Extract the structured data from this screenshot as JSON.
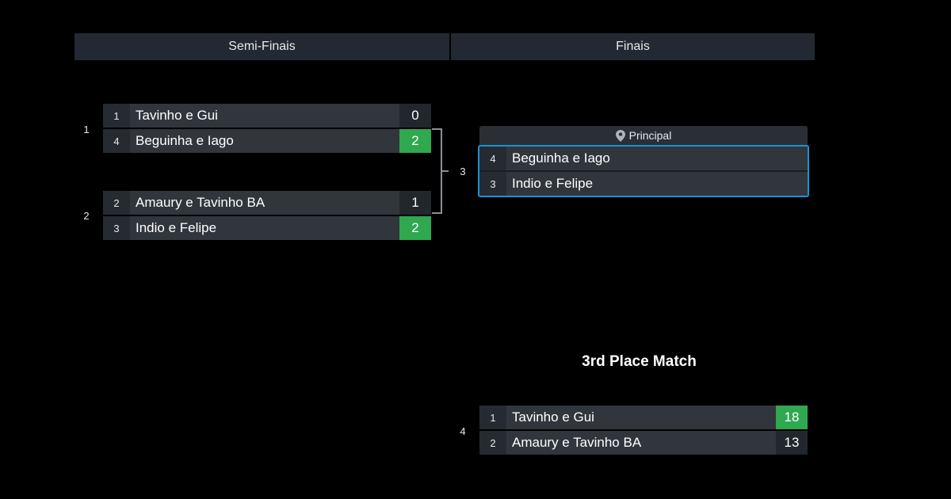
{
  "rounds": {
    "semis_title": "Semi-Finais",
    "finals_title": "Finais"
  },
  "semis": [
    {
      "match_number": "1",
      "teams": [
        {
          "seed": "1",
          "name": "Tavinho e Gui",
          "score": "0",
          "winner": false
        },
        {
          "seed": "4",
          "name": "Beguinha e Iago",
          "score": "2",
          "winner": true
        }
      ]
    },
    {
      "match_number": "2",
      "teams": [
        {
          "seed": "2",
          "name": "Amaury e Tavinho BA",
          "score": "1",
          "winner": false
        },
        {
          "seed": "3",
          "name": "Indio e Felipe",
          "score": "2",
          "winner": true
        }
      ]
    }
  ],
  "final": {
    "match_number": "3",
    "venue": "Principal",
    "venue_icon": "map-pin-icon",
    "teams": [
      {
        "seed": "4",
        "name": "Beguinha e Iago"
      },
      {
        "seed": "3",
        "name": "Indio e Felipe"
      }
    ]
  },
  "third_place": {
    "title": "3rd Place Match",
    "match_number": "4",
    "teams": [
      {
        "seed": "1",
        "name": "Tavinho e Gui",
        "score": "18",
        "winner": true
      },
      {
        "seed": "2",
        "name": "Amaury e Tavinho BA",
        "score": "13",
        "winner": false
      }
    ]
  },
  "colors": {
    "winner": "#2fa84f",
    "highlight_border": "#1f8fd9",
    "header_bg": "#222933"
  }
}
